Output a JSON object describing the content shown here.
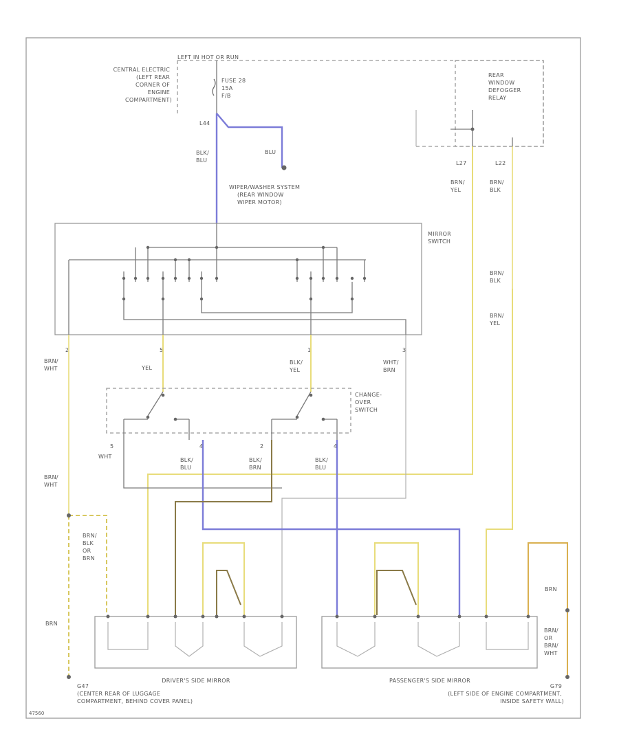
{
  "labels": {
    "top_bus": "LEFT IN HOT OR RUN",
    "central_electric": [
      "CENTRAL ELECTRIC",
      "(LEFT REAR",
      "CORNER OF",
      "ENGINE",
      "COMPARTMENT)"
    ],
    "fuse": [
      "FUSE 28",
      "15A",
      "F/B"
    ],
    "l44": "L44",
    "blk_blu": [
      "BLK/",
      "BLU"
    ],
    "blu": "BLU",
    "wiper": [
      "WIPER/WASHER SYSTEM",
      "(REAR WINDOW",
      "WIPER MOTOR)"
    ],
    "relay": [
      "REAR",
      "WINDOW",
      "DEFOGGER",
      "RELAY"
    ],
    "l27": "L27",
    "l22": "L22",
    "brn_yel": [
      "BRN/",
      "YEL"
    ],
    "brn_blk": [
      "BRN/",
      "BLK"
    ],
    "mirror_switch": [
      "MIRROR",
      "SWITCH"
    ],
    "pin_a": "2",
    "pin_b": "5",
    "pin_c": "1",
    "pin_d": "3",
    "brn_wht": [
      "BRN/",
      "WHT"
    ],
    "yel": "YEL",
    "blk_yel": [
      "BLK/",
      "YEL"
    ],
    "wht_brn": [
      "WHT/",
      "BRN"
    ],
    "change_over": [
      "CHANGE-",
      "OVER",
      "SWITCH"
    ],
    "pin_5": "5",
    "pin_4": "4",
    "pin_2": "2",
    "pin_4b": "4",
    "wht": "WHT",
    "blk_blu2": [
      "BLK/",
      "BLU"
    ],
    "blk_brn": [
      "BLK/",
      "BRN"
    ],
    "brn_wht2": [
      "BRN/",
      "WHT"
    ],
    "brn_blk_or": [
      "BRN/",
      "BLK",
      "OR",
      "BRN"
    ],
    "brn_left": "BRN",
    "brn_right": "BRN",
    "brn_or_right": [
      "BRN/",
      "OR",
      "BRN/",
      "WHT"
    ],
    "drivers_mirror": "DRIVER'S SIDE MIRROR",
    "passengers_mirror": "PASSENGER'S SIDE MIRROR",
    "g47": [
      "G47",
      "(CENTER REAR OF LUGGAGE",
      "COMPARTMENT, BEHIND COVER PANEL)"
    ],
    "g79": [
      "G79",
      "(LEFT SIDE OF ENGINE COMPARTMENT,",
      "INSIDE SAFETY WALL)"
    ],
    "fig": "47560"
  },
  "wire_colors": {
    "blue": "#7c7cd8",
    "yellow": "#e8dc7a",
    "brown": "#8a7a48",
    "orange": "#d9b050",
    "gray": "#7a7a7a"
  }
}
